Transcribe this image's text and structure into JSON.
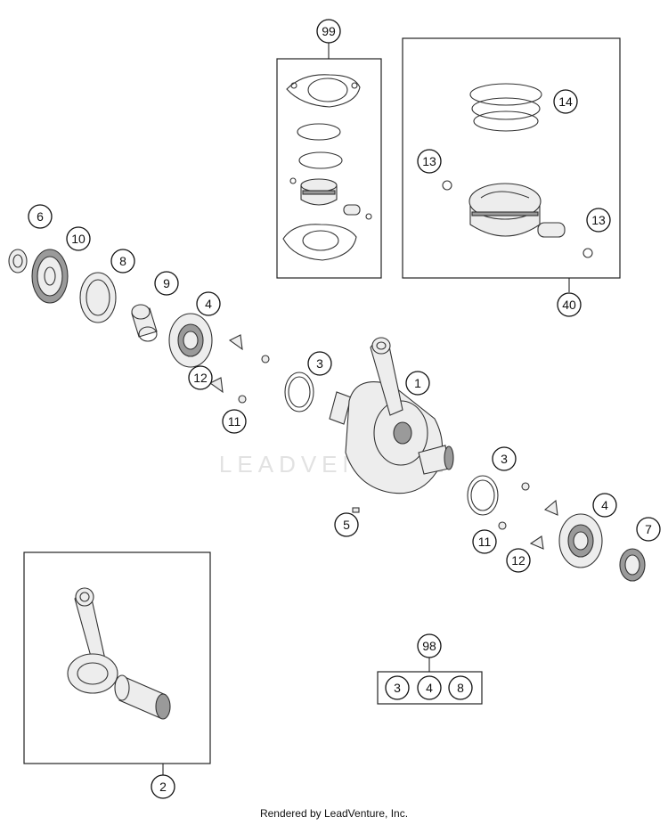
{
  "callouts": {
    "c99": "99",
    "c14": "14",
    "c13a": "13",
    "c13b": "13",
    "c40": "40",
    "c6": "6",
    "c10": "10",
    "c8": "8",
    "c9": "9",
    "c4a": "4",
    "c3a": "3",
    "c1": "1",
    "c12a": "12",
    "c11a": "11",
    "c3b": "3",
    "c4b": "4",
    "c7": "7",
    "c5": "5",
    "c11b": "11",
    "c12b": "12",
    "c98": "98",
    "c98_3": "3",
    "c98_4": "4",
    "c98_8": "8",
    "c2": "2"
  },
  "watermark": "LEADVENTURE",
  "footer": "Rendered by LeadVenture, Inc."
}
